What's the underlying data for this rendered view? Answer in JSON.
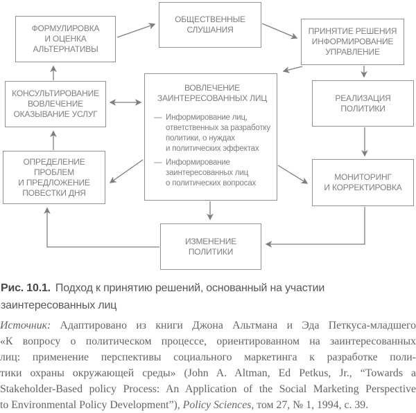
{
  "figure": {
    "boxes": {
      "formulation": {
        "lines": [
          "ФОРМУЛИРОВКА",
          "И ОЦЕНКА",
          "АЛЬТЕРНАТИВЫ"
        ]
      },
      "hearings": {
        "lines": [
          "ОБЩЕСТВЕННЫЕ",
          "СЛУШАНИЯ"
        ]
      },
      "decision": {
        "lines": [
          "ПРИНЯТИЕ РЕШЕНИЯ",
          "ИНФОРМИРОВАНИЕ",
          "УПРАВЛЕНИЕ"
        ]
      },
      "consulting": {
        "lines": [
          "КОНСУЛЬТИРОВАНИЕ",
          "ВОВЛЕЧЕНИЕ",
          "ОКАЗЫВАНИЕ УСЛУГ"
        ]
      },
      "stakeholder": {
        "title_lines": [
          "ВОВЛЕЧЕНИЕ",
          "ЗАИНТЕРЕСОВАННЫХ ЛИЦ"
        ],
        "dash": "—",
        "bullets": [
          {
            "lines": [
              "Информирование лиц,",
              "ответственных за разработку",
              "политики, о нуждах",
              "и политических эффектах"
            ]
          },
          {
            "lines": [
              "Информирование",
              "заинтересованных лиц",
              "о политических вопросах"
            ]
          }
        ]
      },
      "implementation": {
        "lines": [
          "РЕАЛИЗАЦИЯ",
          "ПОЛИТИКИ"
        ]
      },
      "problems": {
        "lines": [
          "ОПРЕДЕЛЕНИЕ",
          "ПРОБЛЕМ",
          "И ПРЕДЛОЖЕНИЕ",
          "ПОВЕСТКИ ДНЯ"
        ]
      },
      "monitoring": {
        "lines": [
          "МОНИТОРИНГ",
          "И КОРРЕКТИРОВКА"
        ]
      },
      "change": {
        "lines": [
          "ИЗМЕНЕНИЕ",
          "ПОЛИТИКИ"
        ]
      }
    }
  },
  "caption": {
    "label": "Рис. 10.1.",
    "line1": "Подход к принятию решений, основанный на участии",
    "line2": "заинтересованных лиц"
  },
  "source": {
    "line1_italic": "Источник:",
    "line1_rest": " Адаптировано из книги Джона Альтмана и Эда Петкуса-младшего",
    "line2": "«К вопросу о политическом процессе, ориентированном на заинтересованных",
    "line3": "лиц: применение перспективы социального маркетинга к разработке поли-",
    "line4": "тики охраны окружающей среды» (John A. Altman, Ed Petkus, Jr., “Towards a",
    "line5": "Stakeholder-Based policy Process: An Application of the Social Marketing Perspective",
    "line6_pre": "to Environmental Policy Development”), ",
    "line6_italic": "Policy Sciences",
    "line6_post": ", том 27, № 1, 1994, с. 39."
  },
  "colors": {
    "box_border": "#8f8f8f",
    "diagram_text": "#7e7e7e",
    "arrow": "#7e7e7e",
    "caption_text": "#575757",
    "source_text": "#646464"
  }
}
